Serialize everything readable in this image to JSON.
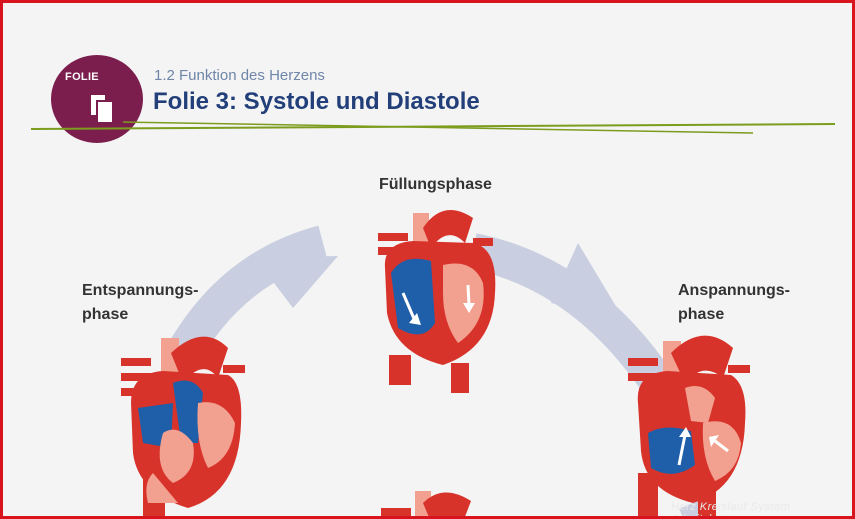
{
  "header": {
    "badge_label": "FOLIE",
    "subtitle": "1.2 Funktion des Herzens",
    "title": "Folie 3: Systole und Diastole"
  },
  "phases": {
    "top": "Füllungsphase",
    "left_line1": "Entspannungs-",
    "left_line2": "phase",
    "right_line1": "Anspannungs-",
    "right_line2": "phase"
  },
  "watermark": "Herz Kreislauf System Arbeitsblatt",
  "colors": {
    "badge": "#7b1e4e",
    "title": "#223f7a",
    "subtitle": "#6f86a8",
    "underline": "#7c9c1e",
    "arrow": "#c9cfe0",
    "heart_red": "#d8332b",
    "heart_light": "#f2a08f",
    "heart_blue": "#1f5ea9",
    "frame": "#d8141e"
  }
}
